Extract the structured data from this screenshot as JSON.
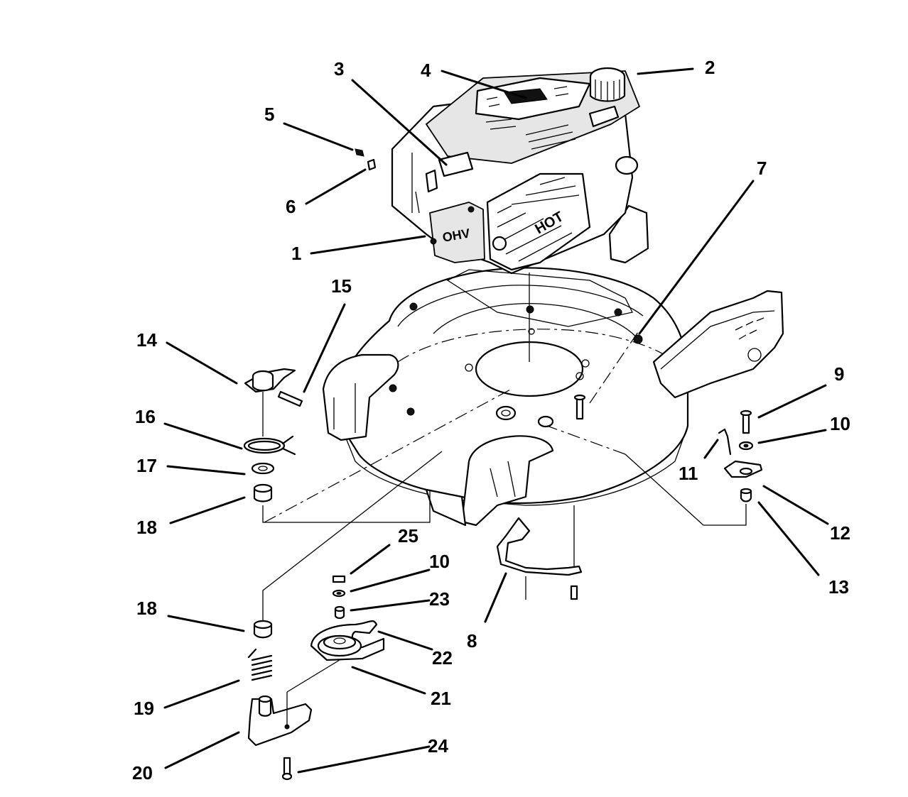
{
  "callouts": [
    {
      "id": "c1",
      "text": "1"
    },
    {
      "id": "c2",
      "text": "2"
    },
    {
      "id": "c3",
      "text": "3"
    },
    {
      "id": "c4",
      "text": "4"
    },
    {
      "id": "c5",
      "text": "5"
    },
    {
      "id": "c6",
      "text": "6"
    },
    {
      "id": "c7",
      "text": "7"
    },
    {
      "id": "c8",
      "text": "8"
    },
    {
      "id": "c9",
      "text": "9"
    },
    {
      "id": "c10a",
      "text": "10"
    },
    {
      "id": "c11",
      "text": "11"
    },
    {
      "id": "c12",
      "text": "12"
    },
    {
      "id": "c13",
      "text": "13"
    },
    {
      "id": "c14",
      "text": "14"
    },
    {
      "id": "c15",
      "text": "15"
    },
    {
      "id": "c16",
      "text": "16"
    },
    {
      "id": "c17",
      "text": "17"
    },
    {
      "id": "c18a",
      "text": "18"
    },
    {
      "id": "c18b",
      "text": "18"
    },
    {
      "id": "c19",
      "text": "19"
    },
    {
      "id": "c20",
      "text": "20"
    },
    {
      "id": "c21",
      "text": "21"
    },
    {
      "id": "c22",
      "text": "22"
    },
    {
      "id": "c23",
      "text": "23"
    },
    {
      "id": "c10b",
      "text": "10"
    },
    {
      "id": "c24",
      "text": "24"
    },
    {
      "id": "c25",
      "text": "25"
    }
  ],
  "engine_labels": {
    "valve_cover": "OHV",
    "muffler_guard": "HOT"
  }
}
